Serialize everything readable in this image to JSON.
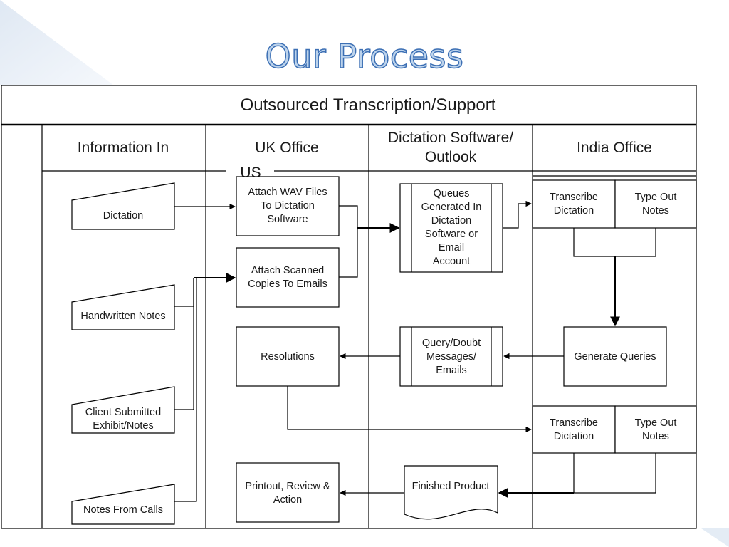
{
  "slide": {
    "title": "Our Process"
  },
  "diagram": {
    "banner": "Outsourced Transcription/Support",
    "lanes": {
      "info_in": "Information In",
      "uk_office": "UK Office",
      "dictation_sw_line1": "Dictation Software/",
      "dictation_sw_line2": "Outlook",
      "india_office": "India Office"
    },
    "us_label": "US",
    "nodes": {
      "dictation": "Dictation",
      "handwritten_notes": "Handwritten Notes",
      "client_exhibit_line1": "Client Submitted",
      "client_exhibit_line2": "Exhibit/Notes",
      "notes_from_calls": "Notes From Calls",
      "attach_wav_line1": "Attach WAV Files",
      "attach_wav_line2": "To Dictation",
      "attach_wav_line3": "Software",
      "attach_scanned_line1": "Attach Scanned",
      "attach_scanned_line2": "Copies To Emails",
      "resolutions": "Resolutions",
      "printout_line1": "Printout, Review &",
      "printout_line2": "Action",
      "queues_line1": "Queues",
      "queues_line2": "Generated In",
      "queues_line3": "Dictation",
      "queues_line4": "Software or",
      "queues_line5": "Email",
      "queues_line6": "Account",
      "query_line1": "Query/Doubt",
      "query_line2": "Messages/",
      "query_line3": "Emails",
      "finished_product": "Finished Product",
      "transcribe_line1": "Transcribe",
      "transcribe_line2": "Dictation",
      "typeout_line1": "Type Out",
      "typeout_line2": "Notes",
      "generate_queries": "Generate Queries",
      "transcribe2_line1": "Transcribe",
      "transcribe2_line2": "Dictation",
      "typeout2_line1": "Type Out",
      "typeout2_line2": "Notes"
    }
  }
}
